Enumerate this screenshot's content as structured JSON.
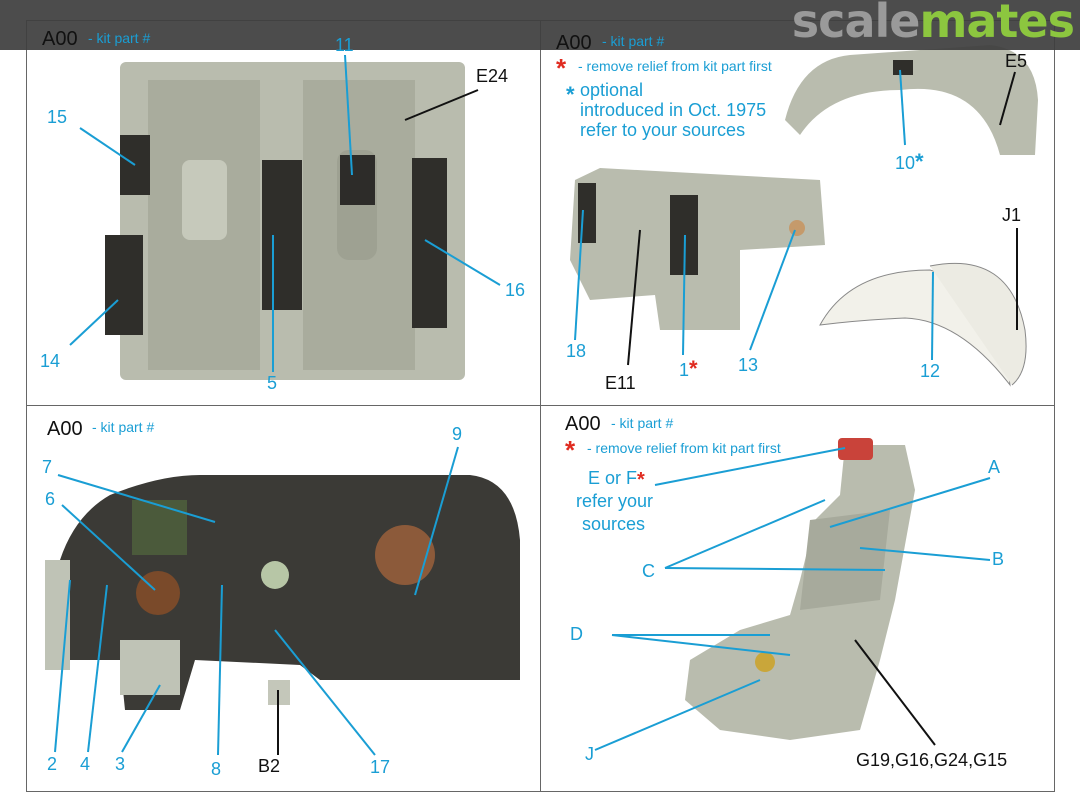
{
  "logo": {
    "part1": "scale",
    "part2": "mates"
  },
  "q1": {
    "kit_code": "A00",
    "kit_label": "- kit part #",
    "labels": {
      "l11": "11",
      "e24": "E24",
      "l15": "15",
      "l16": "16",
      "l14": "14",
      "l5": "5"
    }
  },
  "q2": {
    "kit_code": "A00",
    "kit_label": "- kit part #",
    "remove_note": "- remove relief from kit part first",
    "optional_lines": [
      "optional",
      "introduced in Oct. 1975",
      "refer to your sources"
    ],
    "labels": {
      "e5": "E5",
      "l10": "10",
      "j1": "J1",
      "l18": "18",
      "e11": "E11",
      "l1": "1",
      "l13": "13",
      "l12": "12"
    }
  },
  "q3": {
    "kit_code": "A00",
    "kit_label": "- kit part #",
    "labels": {
      "l9": "9",
      "l7": "7",
      "l6": "6",
      "l2": "2",
      "l4": "4",
      "l3": "3",
      "l8": "8",
      "b2": "B2",
      "l17": "17"
    }
  },
  "q4": {
    "kit_code": "A00",
    "kit_label": "- kit part #",
    "remove_note": "- remove relief from kit part first",
    "eorf": "E or F",
    "refer": "refer your",
    "sources": "sources",
    "labels": {
      "a": "A",
      "b": "B",
      "c": "C",
      "d": "D",
      "j": "J",
      "g": "G19,G16,G24,G15"
    }
  },
  "asterisk": "*",
  "colors": {
    "cyan": "#1a9ed4",
    "red": "#e02b20",
    "resin": "#b9bcae",
    "panel": "#3b3a36"
  }
}
